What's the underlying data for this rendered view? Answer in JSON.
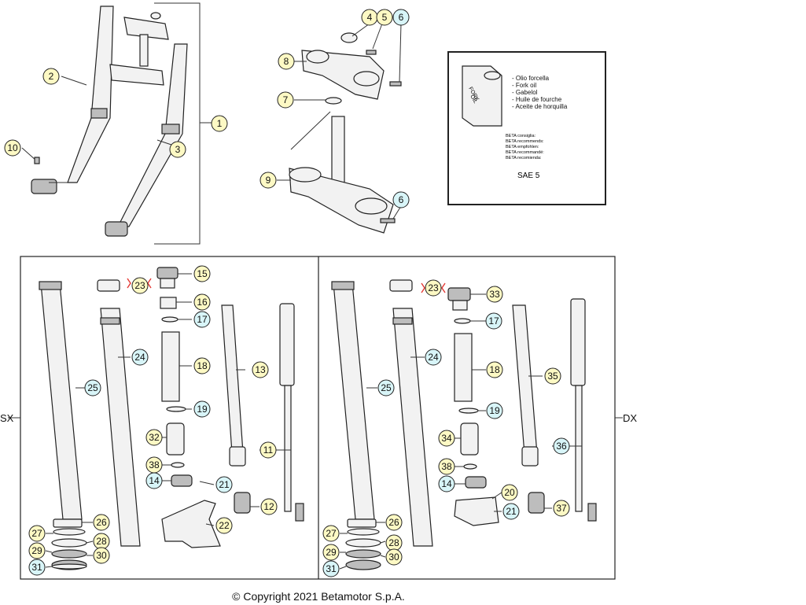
{
  "callouts": {
    "c1": {
      "label": "1",
      "color": "#fdf9c4"
    },
    "c2": {
      "label": "2",
      "color": "#fdf9c4"
    },
    "c3": {
      "label": "3",
      "color": "#fdf9c4"
    },
    "c4": {
      "label": "4",
      "color": "#fdf9c4"
    },
    "c5": {
      "label": "5",
      "color": "#fdf9c4"
    },
    "c6a": {
      "label": "6",
      "color": "#d8f5f8"
    },
    "c6b": {
      "label": "6",
      "color": "#d8f5f8"
    },
    "c7": {
      "label": "7",
      "color": "#fdf9c4"
    },
    "c8": {
      "label": "8",
      "color": "#fdf9c4"
    },
    "c9": {
      "label": "9",
      "color": "#fdf9c4"
    },
    "c10": {
      "label": "10",
      "color": "#fdf9c4"
    },
    "c11": {
      "label": "11",
      "color": "#fdf9c4"
    },
    "c12": {
      "label": "12",
      "color": "#fdf9c4"
    },
    "c13": {
      "label": "13",
      "color": "#fdf9c4"
    },
    "c14a": {
      "label": "14",
      "color": "#d8f5f8"
    },
    "c14b": {
      "label": "14",
      "color": "#d8f5f8"
    },
    "c15": {
      "label": "15",
      "color": "#fdf9c4"
    },
    "c16": {
      "label": "16",
      "color": "#fdf9c4"
    },
    "c17a": {
      "label": "17",
      "color": "#d8f5f8"
    },
    "c17b": {
      "label": "17",
      "color": "#d8f5f8"
    },
    "c18a": {
      "label": "18",
      "color": "#fdf9c4"
    },
    "c18b": {
      "label": "18",
      "color": "#fdf9c4"
    },
    "c19a": {
      "label": "19",
      "color": "#d8f5f8"
    },
    "c19b": {
      "label": "19",
      "color": "#d8f5f8"
    },
    "c20": {
      "label": "20",
      "color": "#fdf9c4"
    },
    "c21a": {
      "label": "21",
      "color": "#d8f5f8"
    },
    "c21b": {
      "label": "21",
      "color": "#d8f5f8"
    },
    "c22": {
      "label": "22",
      "color": "#fdf9c4"
    },
    "c23a": {
      "label": "23",
      "color": "#fdf9c4"
    },
    "c23b": {
      "label": "23",
      "color": "#fdf9c4"
    },
    "c24a": {
      "label": "24",
      "color": "#d8f5f8"
    },
    "c24b": {
      "label": "24",
      "color": "#d8f5f8"
    },
    "c25a": {
      "label": "25",
      "color": "#d8f5f8"
    },
    "c25b": {
      "label": "25",
      "color": "#d8f5f8"
    },
    "c26a": {
      "label": "26",
      "color": "#fdf9c4"
    },
    "c26b": {
      "label": "26",
      "color": "#fdf9c4"
    },
    "c27a": {
      "label": "27",
      "color": "#fdf9c4"
    },
    "c27b": {
      "label": "27",
      "color": "#fdf9c4"
    },
    "c28a": {
      "label": "28",
      "color": "#fdf9c4"
    },
    "c28b": {
      "label": "28",
      "color": "#fdf9c4"
    },
    "c29a": {
      "label": "29",
      "color": "#fdf9c4"
    },
    "c29b": {
      "label": "29",
      "color": "#fdf9c4"
    },
    "c30a": {
      "label": "30",
      "color": "#fdf9c4"
    },
    "c30b": {
      "label": "30",
      "color": "#fdf9c4"
    },
    "c31a": {
      "label": "31",
      "color": "#d8f5f8"
    },
    "c31b": {
      "label": "31",
      "color": "#d8f5f8"
    },
    "c32": {
      "label": "32",
      "color": "#fdf9c4"
    },
    "c33": {
      "label": "33",
      "color": "#fdf9c4"
    },
    "c34": {
      "label": "34",
      "color": "#fdf9c4"
    },
    "c35": {
      "label": "35",
      "color": "#fdf9c4"
    },
    "c36": {
      "label": "36",
      "color": "#d8f5f8"
    },
    "c37": {
      "label": "37",
      "color": "#fdf9c4"
    },
    "c38a": {
      "label": "38",
      "color": "#fdf9c4"
    },
    "c38b": {
      "label": "38",
      "color": "#fdf9c4"
    }
  },
  "side_labels": {
    "left": "SX",
    "right": "DX"
  },
  "oil_box": {
    "can_label_line1": "FORK",
    "can_label_line2": "OIL",
    "languages": [
      "- Olio forcella",
      "- Fork oil",
      "- Gabelol",
      "- Huile de fourche",
      "- Aceite de horquilla"
    ],
    "recommend": [
      "BETA consiglia:",
      "BETA recommends:",
      "BETA empfohlen:",
      "BETA recommandé:",
      "BETA recomienda:"
    ],
    "grade": "SAE 5"
  },
  "copyright": "© Copyright 2021 Betamotor S.p.A."
}
